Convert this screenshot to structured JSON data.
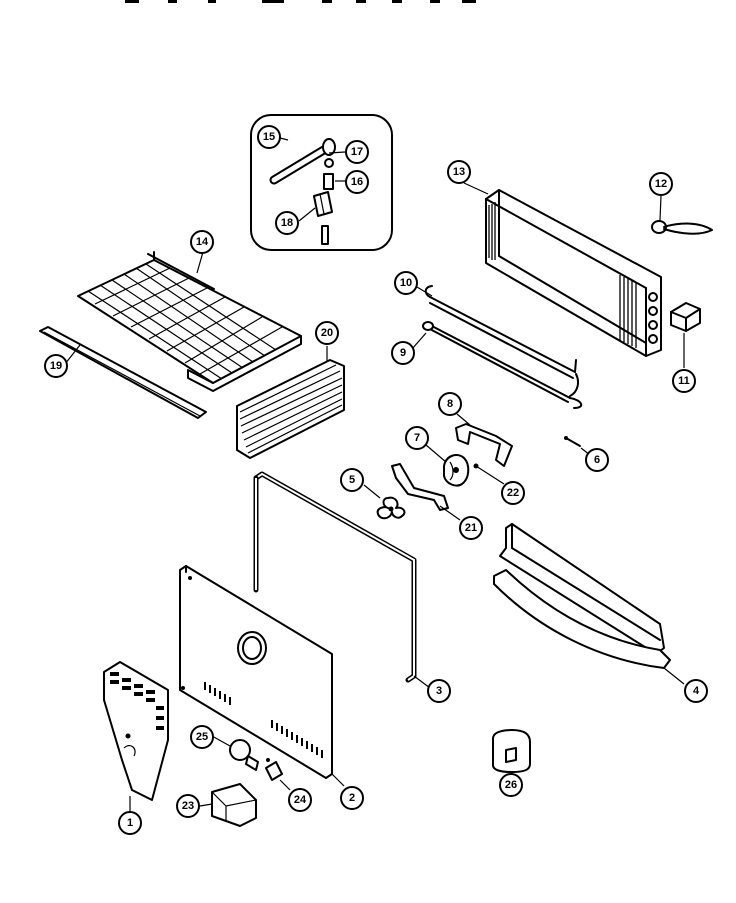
{
  "callouts": {
    "p1": "1",
    "p2": "2",
    "p3": "3",
    "p4": "4",
    "p5": "5",
    "p6": "6",
    "p7": "7",
    "p8": "8",
    "p9": "9",
    "p10": "10",
    "p11": "11",
    "p12": "12",
    "p13": "13",
    "p14": "14",
    "p15": "15",
    "p16": "16",
    "p17": "17",
    "p18": "18",
    "p19": "19",
    "p20": "20",
    "p21": "21",
    "p22": "22",
    "p23": "23",
    "p24": "24",
    "p25": "25",
    "p26": "26"
  }
}
